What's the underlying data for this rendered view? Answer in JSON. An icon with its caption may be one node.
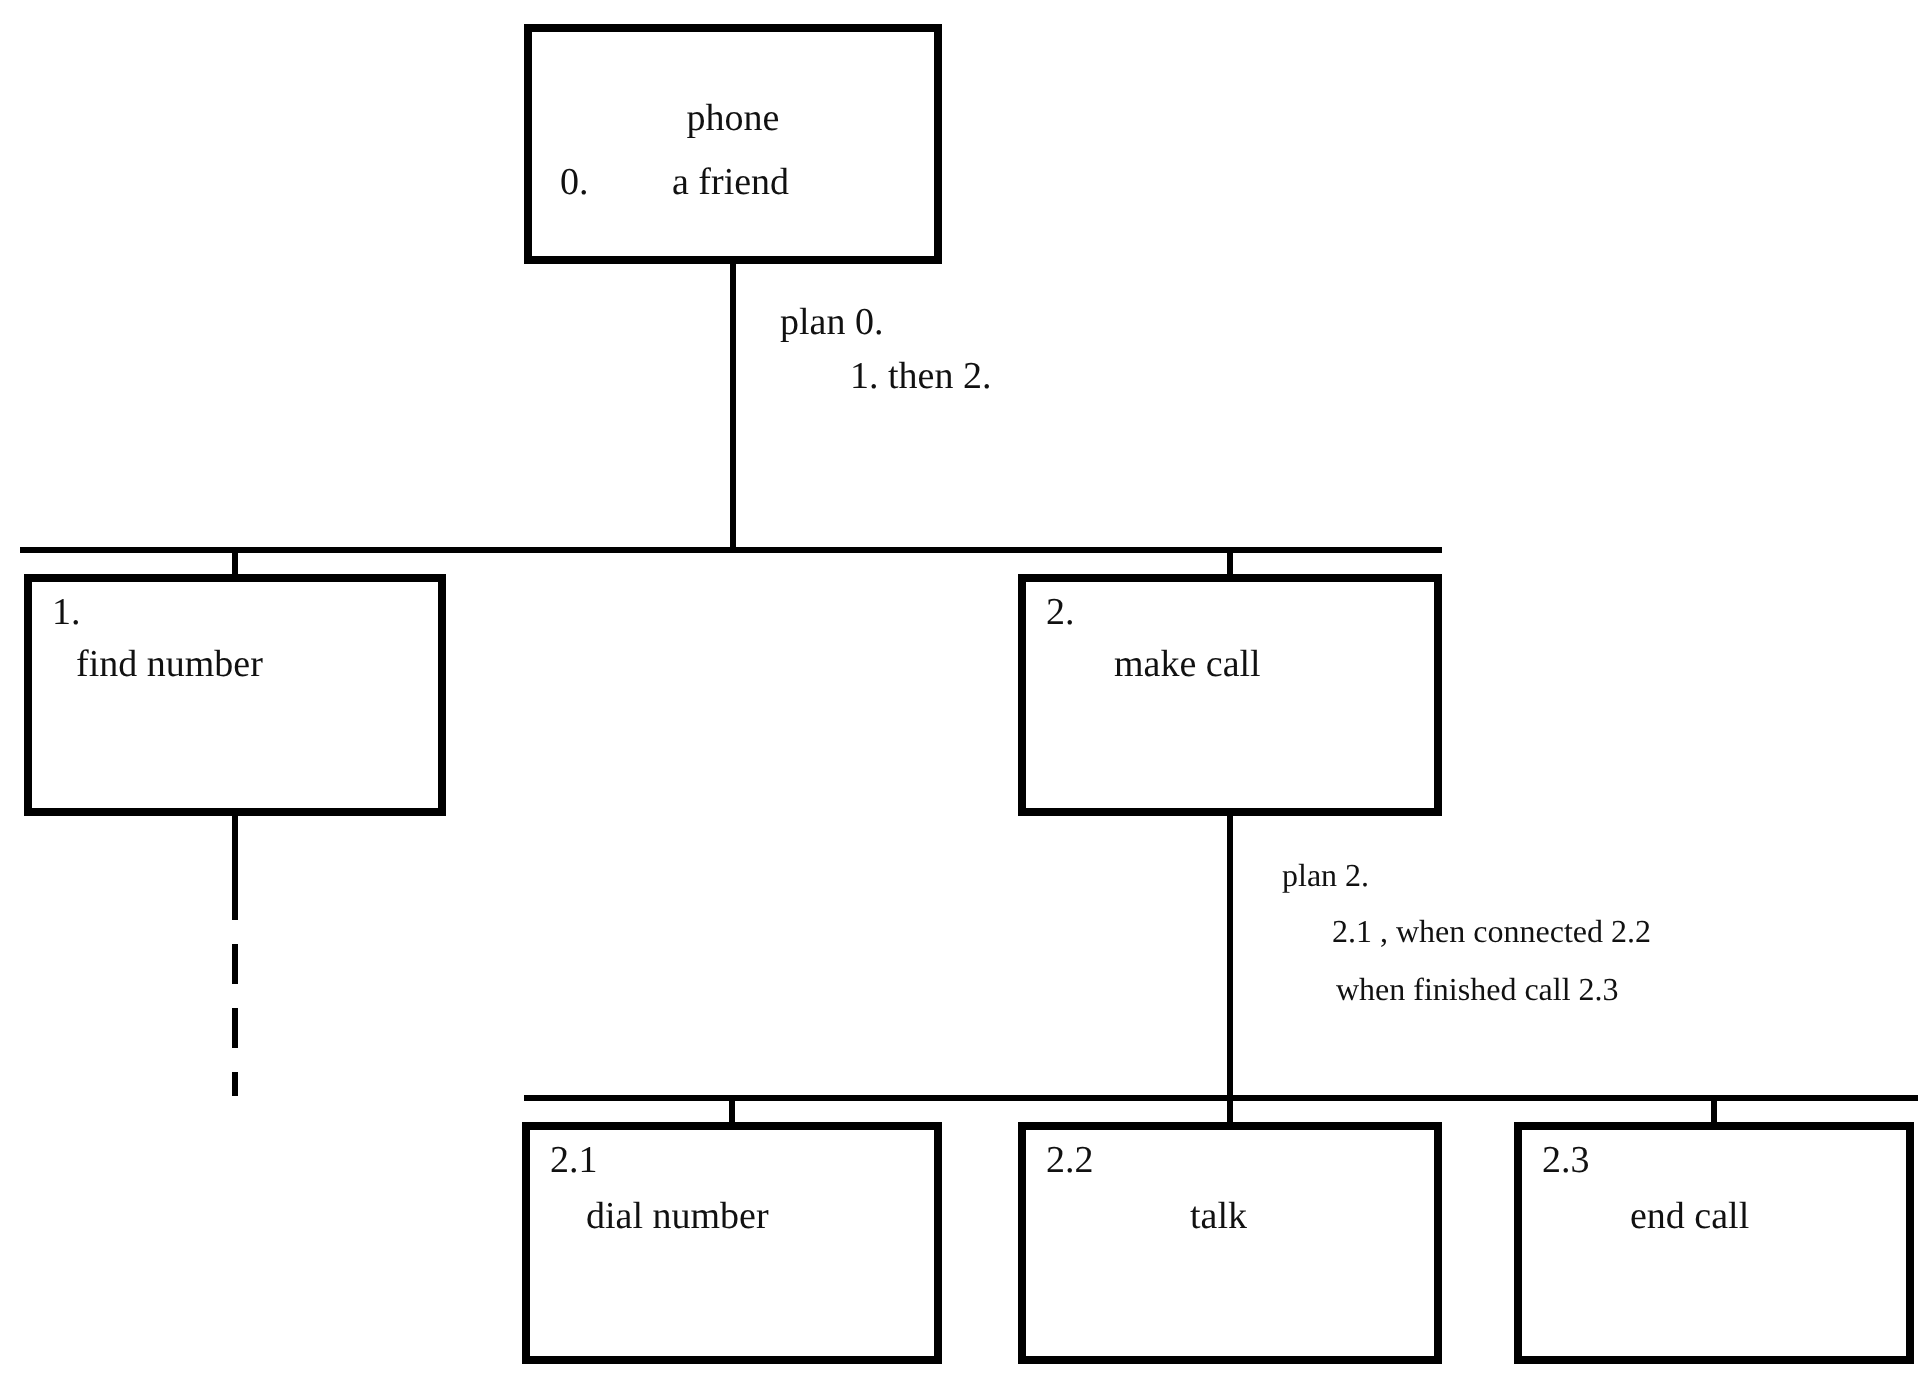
{
  "diagram": {
    "nodes": [
      {
        "text": [
          "phone",
          "0.",
          "a friend"
        ],
        "beside": [
          "plan 0.",
          "1. then 2."
        ]
      },
      {
        "text": [
          "1.",
          "find number"
        ]
      },
      {
        "text": [
          "2.",
          "make call"
        ],
        "beside": [
          "plan 2.",
          "2.1 ,  when connected 2.2",
          "when finished call 2.3"
        ]
      },
      {
        "text": [
          "2.1",
          "dial number"
        ]
      },
      {
        "text": [
          "2.2",
          "talk"
        ]
      },
      {
        "text": [
          "2.3",
          "end call"
        ]
      }
    ],
    "edges": [
      {
        "from": 0,
        "to": 1,
        "arrow": "none"
      },
      {
        "from": 0,
        "to": 2,
        "arrow": "none"
      },
      {
        "from": 2,
        "to": 3,
        "arrow": "none"
      },
      {
        "from": 2,
        "to": 4,
        "arrow": "none"
      },
      {
        "from": 2,
        "to": 5,
        "arrow": "none"
      },
      {
        "from": 1,
        "to": null,
        "arrow": "none",
        "style": "dashed"
      }
    ]
  }
}
